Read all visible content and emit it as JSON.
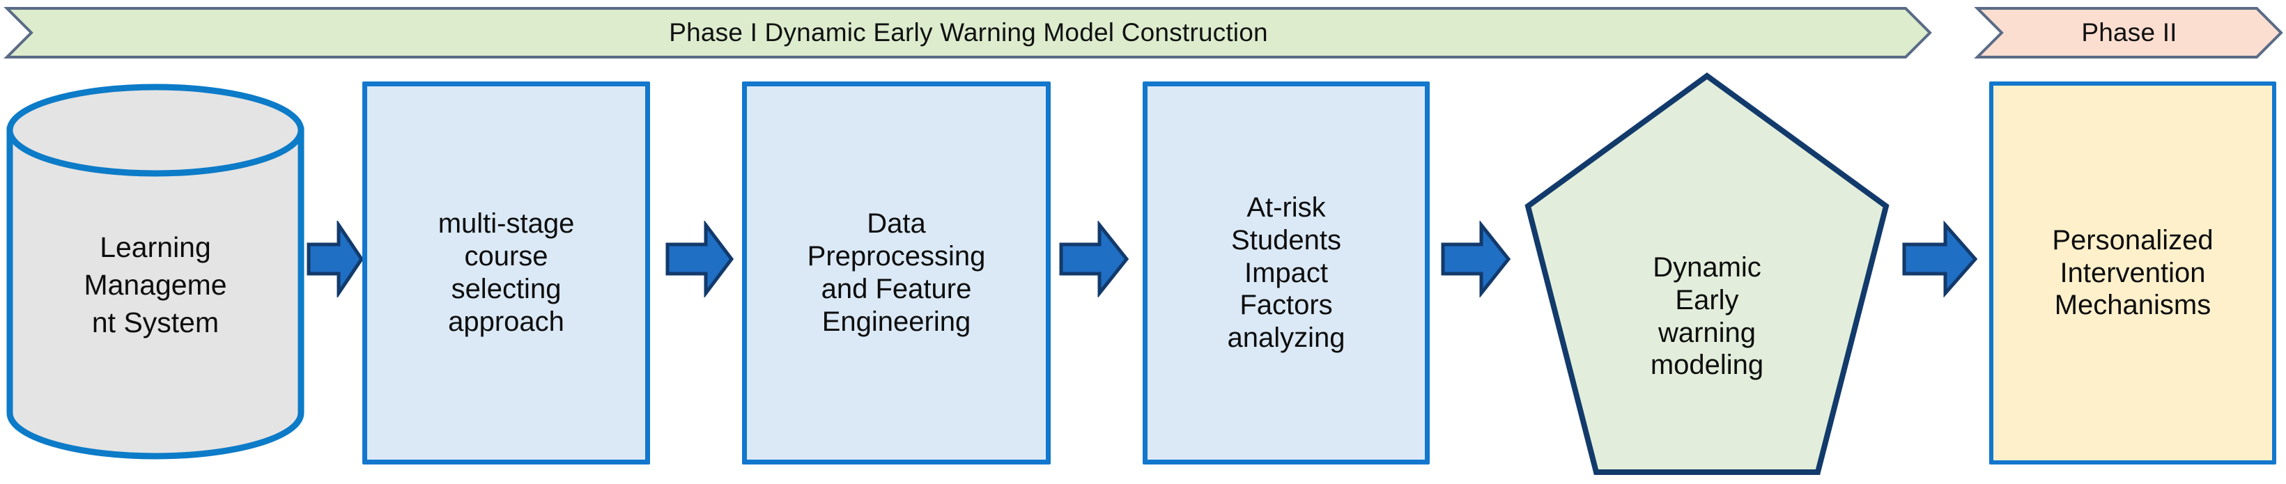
{
  "colors": {
    "phase_one_fill": "#dceccd",
    "phase_two_fill": "#fbded0",
    "chevron_stroke": "#5a6b86",
    "process_fill": "#dbe9f6",
    "process_stroke": "#1277cd",
    "cylinder_fill": "#e4e4e4",
    "cylinder_stroke": "#0c7bc8",
    "pentagon_fill": "#e2eedb",
    "pentagon_stroke": "#123a6b",
    "intervention_fill": "#fdf0cb",
    "intervention_stroke": "#1277cd",
    "arrow_fill": "#1f6fc4",
    "arrow_stroke": "#123a6b",
    "text": "#0d0d0d",
    "background": "#ffffff"
  },
  "phase_banner": {
    "phase_one": {
      "label": "Phase I Dynamic Early Warning Model Construction",
      "shape": "chevron"
    },
    "phase_two": {
      "label": "Phase II",
      "shape": "chevron"
    }
  },
  "flow": {
    "nodes": [
      {
        "id": "lms",
        "shape": "cylinder",
        "lines": [
          "Learning",
          "Manageme",
          "nt System"
        ]
      },
      {
        "id": "course-selecting",
        "shape": "rectangle",
        "lines": [
          "multi-stage",
          "course",
          "selecting",
          "approach"
        ]
      },
      {
        "id": "data-preprocessing",
        "shape": "rectangle",
        "lines": [
          "Data",
          "Preprocessing",
          "and Feature",
          "Engineering"
        ]
      },
      {
        "id": "at-risk-analysis",
        "shape": "rectangle",
        "lines": [
          "At-risk",
          "Students",
          "Impact",
          "Factors",
          "analyzing"
        ]
      },
      {
        "id": "dynamic-early-warning",
        "shape": "pentagon",
        "lines": [
          "Dynamic",
          "Early",
          "warning",
          "modeling"
        ]
      },
      {
        "id": "personalized-intervention",
        "shape": "rectangle",
        "lines": [
          "Personalized",
          "Intervention",
          "Mechanisms"
        ]
      }
    ],
    "connectors": [
      {
        "id": "arrow-1",
        "from": "lms",
        "to": "course-selecting",
        "type": "block-arrow-right"
      },
      {
        "id": "arrow-2",
        "from": "course-selecting",
        "to": "data-preprocessing",
        "type": "block-arrow-right"
      },
      {
        "id": "arrow-3",
        "from": "data-preprocessing",
        "to": "at-risk-analysis",
        "type": "block-arrow-right"
      },
      {
        "id": "arrow-4",
        "from": "at-risk-analysis",
        "to": "dynamic-early-warning",
        "type": "block-arrow-right"
      },
      {
        "id": "arrow-5",
        "from": "dynamic-early-warning",
        "to": "personalized-intervention",
        "type": "block-arrow-right"
      }
    ]
  }
}
